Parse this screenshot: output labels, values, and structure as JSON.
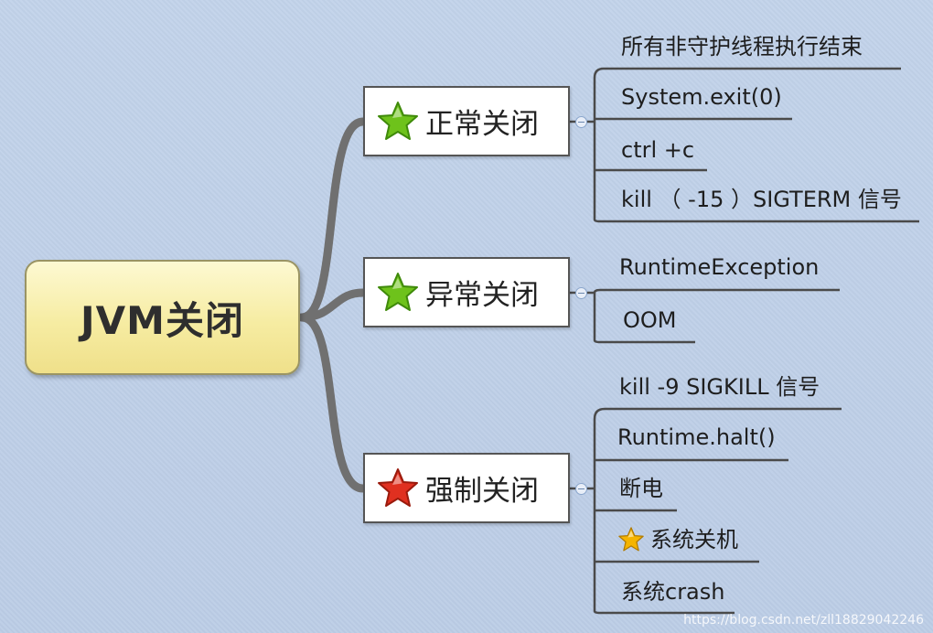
{
  "root": {
    "label": "JVM关闭"
  },
  "branches": [
    {
      "label": "正常关闭",
      "star_color": "#6ec21b",
      "children": [
        {
          "label": "所有非守护线程执行结束"
        },
        {
          "label": "System.exit(0)"
        },
        {
          "label": "ctrl +c"
        },
        {
          "label": "kill （ -15 ）SIGTERM 信号"
        }
      ]
    },
    {
      "label": "异常关闭",
      "star_color": "#6ec21b",
      "children": [
        {
          "label": "RuntimeException"
        },
        {
          "label": "OOM"
        }
      ]
    },
    {
      "label": "强制关闭",
      "star_color": "#e03020",
      "children": [
        {
          "label": "kill -9 SIGKILL 信号"
        },
        {
          "label": "Runtime.halt()"
        },
        {
          "label": "断电"
        },
        {
          "label": "系统关机",
          "icon": "gold-star-icon",
          "star_color": "#f5b400"
        },
        {
          "label": "系统crash"
        }
      ]
    }
  ],
  "watermark": "https://blog.csdn.net/zll18829042246"
}
